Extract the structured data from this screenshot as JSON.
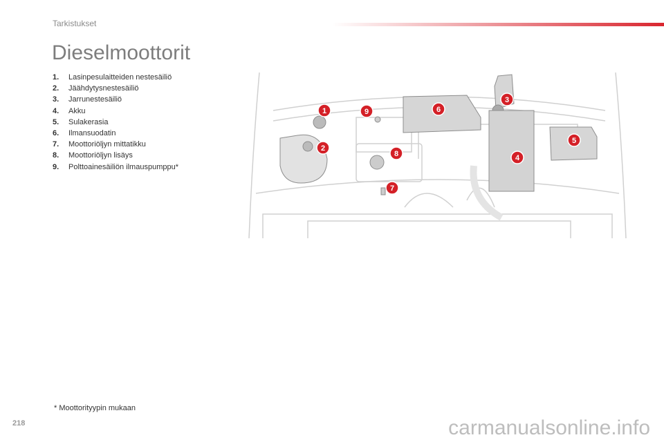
{
  "header": {
    "section": "Tarkistukset",
    "accent_color": "#d9262f"
  },
  "title": "Dieselmoottorit",
  "items": [
    {
      "num": "1.",
      "label": "Lasinpesulaitteiden nestesäiliö"
    },
    {
      "num": "2.",
      "label": "Jäähdytysnestesäiliö"
    },
    {
      "num": "3.",
      "label": "Jarrunestesäiliö"
    },
    {
      "num": "4.",
      "label": "Akku"
    },
    {
      "num": "5.",
      "label": "Sulakerasia"
    },
    {
      "num": "6.",
      "label": "Ilmansuodatin"
    },
    {
      "num": "7.",
      "label": "Moottoriöljyn mittatikku"
    },
    {
      "num": "8.",
      "label": "Moottoriöljyn lisäys"
    },
    {
      "num": "9.",
      "label": "Polttoainesäiliön ilmauspumppu*"
    }
  ],
  "diagram": {
    "markers": [
      "1",
      "2",
      "3",
      "4",
      "5",
      "6",
      "7",
      "8",
      "9"
    ],
    "marker_color": "#d42027"
  },
  "footnote": "* Moottorityypin mukaan",
  "page_number": "218",
  "watermark": "carmanualsonline.info"
}
